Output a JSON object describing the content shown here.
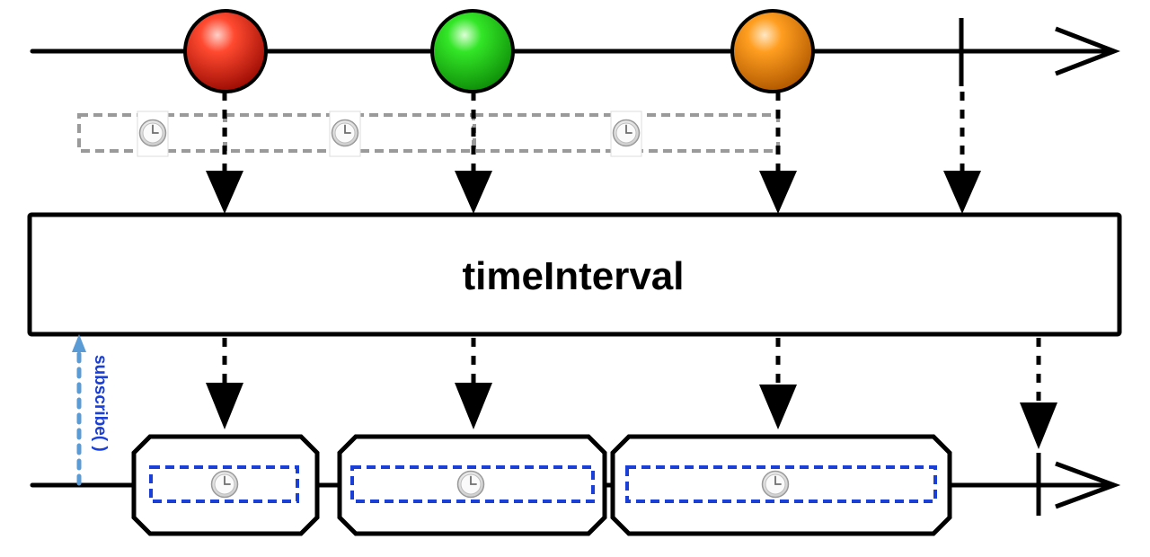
{
  "operator": {
    "label": "timeInterval"
  },
  "subscribe": {
    "label": "subscribe( )"
  },
  "input_marbles": [
    {
      "color": "red"
    },
    {
      "color": "green"
    },
    {
      "color": "orange"
    }
  ],
  "output_items": [
    {
      "icon": "clock-icon"
    },
    {
      "icon": "clock-icon"
    },
    {
      "icon": "clock-icon"
    }
  ],
  "colors": {
    "line": "#000000",
    "dashed_gray": "#999999",
    "dashed_blue": "#1a3fd6",
    "subscribe_arrow": "#5b9bd5",
    "red": "#e8251a",
    "green": "#26d41b",
    "orange": "#f08a0c"
  }
}
